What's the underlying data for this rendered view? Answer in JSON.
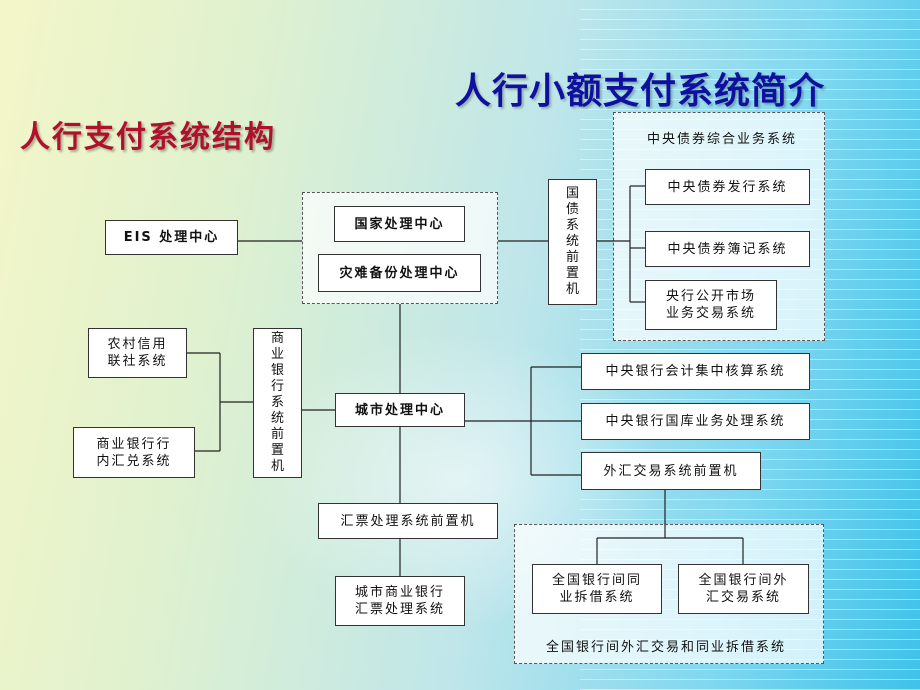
{
  "title": "人行小额支付系统简介",
  "subtitle": "人行支付系统结构",
  "nodes": {
    "eis": "EIS 处理中心",
    "national": "国家处理中心",
    "backup": "灾难备份处理中心",
    "bond_front": "国债系统前置机",
    "bond_group": "中央债券综合业务系统",
    "bond_issue": "中央债券发行系统",
    "bond_book": "中央债券簿记系统",
    "open_market": "央行公开市场\n业务交易系统",
    "rural": "农村信用\n联社系统",
    "commercial_internal": "商业银行行\n内汇兑系统",
    "commercial_front": "商业银行系统前置机",
    "city": "城市处理中心",
    "accounting": "中央银行会计集中核算系统",
    "treasury": "中央银行国库业务处理系统",
    "fx_front": "外汇交易系统前置机",
    "draft_front": "汇票处理系统前置机",
    "city_bank_draft": "城市商业银行\n汇票处理系统",
    "interbank_lending": "全国银行间同\n业拆借系统",
    "interbank_fx": "全国银行间外\n汇交易系统",
    "interbank_group": "全国银行间外汇交易和同业拆借系统"
  }
}
